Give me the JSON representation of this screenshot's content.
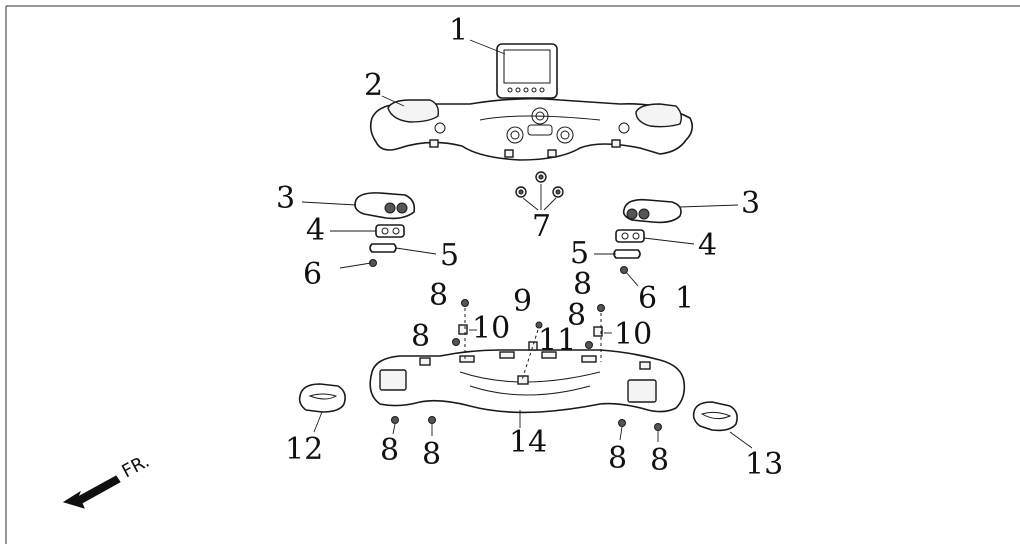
{
  "diagram": {
    "callouts": {
      "c1_display": "1",
      "c1_orphan": "1",
      "c2": "2",
      "c3_left": "3",
      "c3_right": "3",
      "c4_left": "4",
      "c4_right": "4",
      "c5_left": "5",
      "c5_right": "5",
      "c6_left": "6",
      "c6_right": "6",
      "c7": "7",
      "c8_a": "8",
      "c8_b": "8",
      "c8_c": "8",
      "c8_d": "8",
      "c8_e": "8",
      "c8_f": "8",
      "c8_g": "8",
      "c8_h": "8",
      "c9": "9",
      "c10_left": "10",
      "c10_right": "10",
      "c11": "11",
      "c12": "12",
      "c13": "13",
      "c14": "14"
    },
    "direction_label": "FR."
  }
}
